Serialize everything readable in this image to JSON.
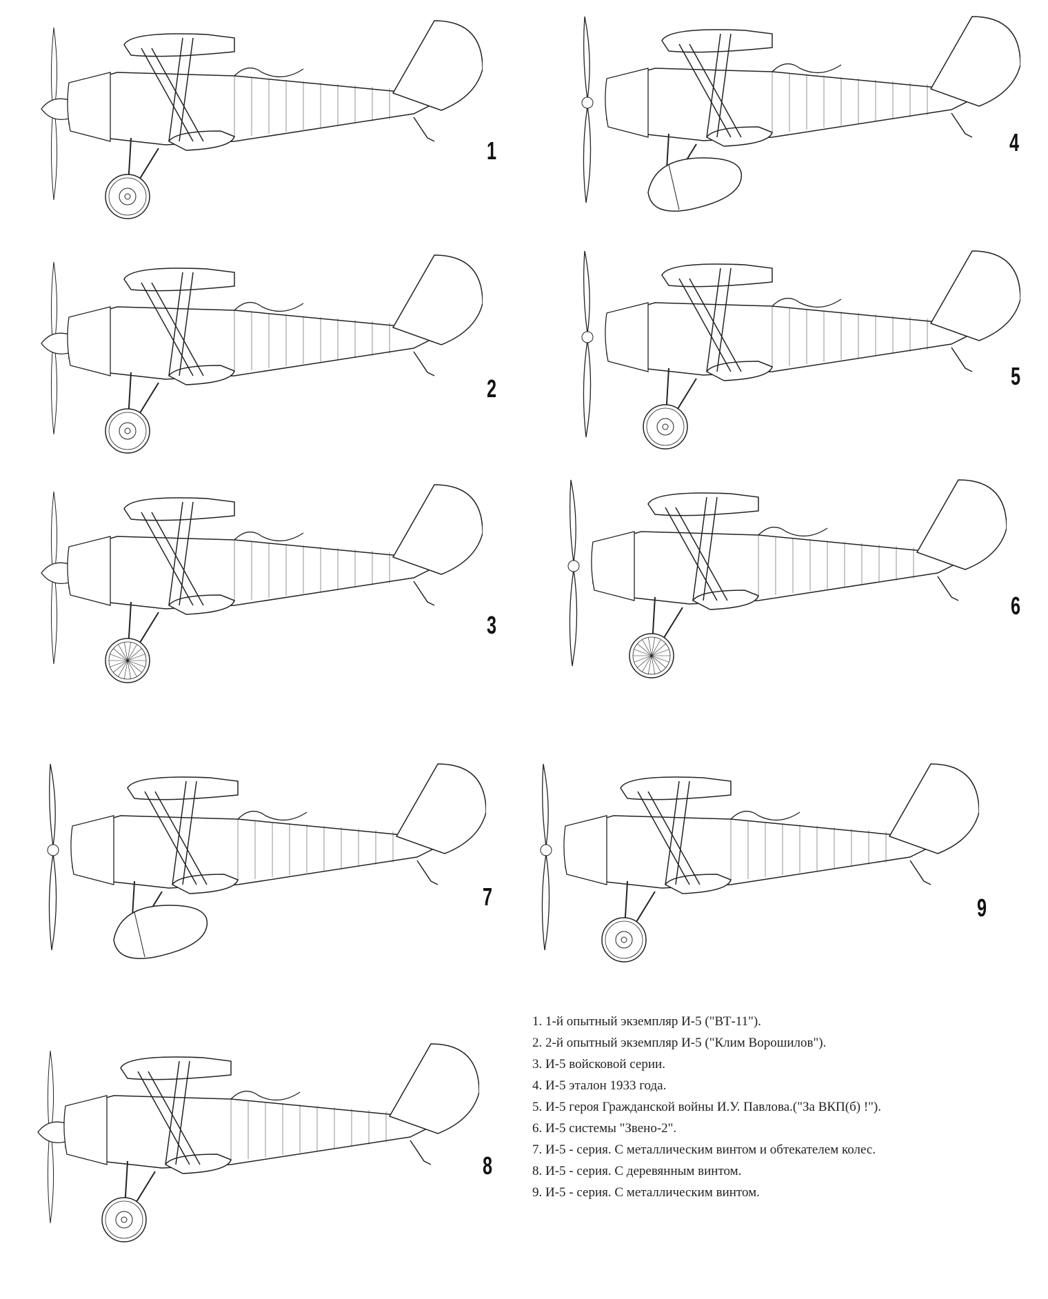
{
  "figures": [
    {
      "number": "1",
      "prop": "wood",
      "wheel": "plain"
    },
    {
      "number": "2",
      "prop": "wood",
      "wheel": "plain"
    },
    {
      "number": "3",
      "prop": "wood",
      "wheel": "spoked"
    },
    {
      "number": "4",
      "prop": "metal",
      "wheel": "fairing"
    },
    {
      "number": "5",
      "prop": "metal",
      "wheel": "plain"
    },
    {
      "number": "6",
      "prop": "metal",
      "wheel": "spoked"
    },
    {
      "number": "7",
      "prop": "metal",
      "wheel": "fairing"
    },
    {
      "number": "8",
      "prop": "wood",
      "wheel": "plain"
    },
    {
      "number": "9",
      "prop": "metal",
      "wheel": "plain"
    }
  ],
  "captions": [
    "1. 1-й опытный экземпляр И-5 (\"ВТ-11\").",
    "2. 2-й опытный экземпляр И-5 (\"Клим Ворошилов\").",
    "3. И-5 войсковой серии.",
    "4. И-5 эталон 1933 года.",
    "5. И-5 героя Гражданской войны И.У. Павлова.(\"За ВКП(б) !\").",
    "6. И-5 системы \"Звено-2\".",
    "7. И-5 - серия. С металлическим винтом и обтекателем колес.",
    "8. И-5 - серия. С деревянным винтом.",
    "9. И-5 - серия. С металлическим винтом."
  ],
  "colors": {
    "ink": "#222222",
    "paper": "#ffffff"
  }
}
